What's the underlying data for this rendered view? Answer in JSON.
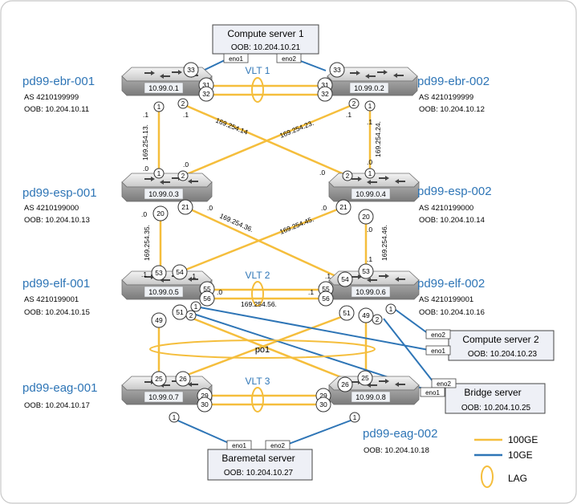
{
  "switches": {
    "ebr1": {
      "name": "pd99-ebr-001",
      "as": "AS 4210199999",
      "oob": "OOB: 10.204.10.11",
      "ip": "10.99.0.1"
    },
    "ebr2": {
      "name": "pd99-ebr-002",
      "as": "AS 4210199999",
      "oob": "OOB: 10.204.10.12",
      "ip": "10.99.0.2"
    },
    "esp1": {
      "name": "pd99-esp-001",
      "as": "AS 4210199000",
      "oob": "OOB: 10.204.10.13",
      "ip": "10.99.0.3"
    },
    "esp2": {
      "name": "pd99-esp-002",
      "as": "AS 4210199000",
      "oob": "OOB: 10.204.10.14",
      "ip": "10.99.0.4"
    },
    "elf1": {
      "name": "pd99-elf-001",
      "as": "AS 4210199001",
      "oob": "OOB: 10.204.10.15",
      "ip": "10.99.0.5"
    },
    "elf2": {
      "name": "pd99-elf-002",
      "as": "AS 4210199001",
      "oob": "OOB: 10.204.10.16",
      "ip": "10.99.0.6"
    },
    "eag1": {
      "name": "pd99-eag-001",
      "oob": "OOB: 10.204.10.17",
      "ip": "10.99.0.7"
    },
    "eag2": {
      "name": "pd99-eag-002",
      "oob": "OOB: 10.204.10.18",
      "ip": "10.99.0.8"
    }
  },
  "servers": {
    "compute1": {
      "title": "Compute server 1",
      "oob": "OOB: 10.204.10.21",
      "nic1": "eno1",
      "nic2": "eno2"
    },
    "compute2": {
      "title": "Compute server 2",
      "oob": "OOB: 10.204.10.23",
      "nic1": "eno1",
      "nic2": "eno2"
    },
    "bridge": {
      "title": "Bridge server",
      "oob": "OOB: 10.204.10.25",
      "nic1": "eno1",
      "nic2": "eno2"
    },
    "baremetal": {
      "title": "Baremetal server",
      "oob": "OOB: 10.204.10.27",
      "nic1": "eno1",
      "nic2": "eno2"
    }
  },
  "vlt": {
    "vlt1": "VLT 1",
    "vlt2": "VLT 2",
    "vlt3": "VLT 3",
    "po1": "po1"
  },
  "links": {
    "l1": "169.254.13.",
    "l2": "169.254.14",
    "l3": "169.254.23.",
    "l4": "169.254.24.",
    "l5": "169.254.35.",
    "l6": "169.254.36.",
    "l7": "169.254.45.",
    "l8": "169.254.46.",
    "l9": "169.254.56."
  },
  "legend": {
    "ge100": "100GE",
    "ge10": "10GE",
    "lag": "LAG"
  },
  "colors": {
    "ge100": "#f5be3c",
    "ge10": "#2e75b6",
    "name": "#2e75b6",
    "lag": "#f5be3c"
  }
}
